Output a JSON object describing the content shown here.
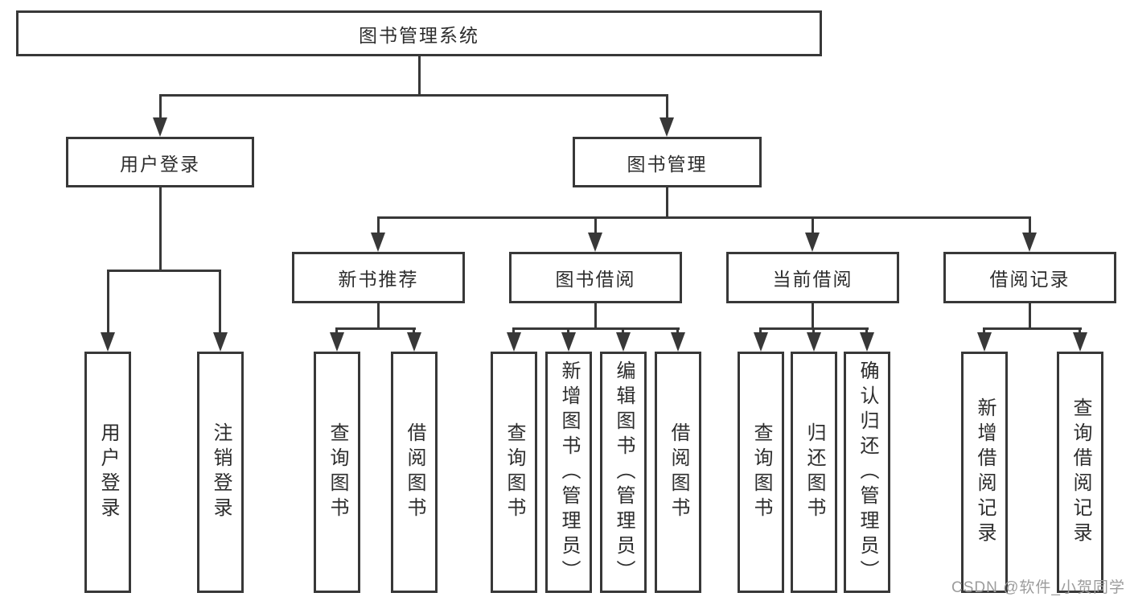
{
  "diagram": {
    "type": "tree",
    "colors": {
      "background": "#ffffff",
      "line": "#383838",
      "box_border": "#383838",
      "text": "#2d2d2d"
    },
    "nodes": {
      "root": "图书管理系统",
      "user_login": {
        "label": "用户登录",
        "leaves": [
          "用户登录",
          "注销登录"
        ]
      },
      "book_mgmt": {
        "label": "图书管理",
        "groups": [
          {
            "label": "新书推荐",
            "leaves": [
              "查询图书",
              "借阅图书"
            ]
          },
          {
            "label": "图书借阅",
            "leaves": [
              "查询图书",
              "新增图书（管理员）",
              "编辑图书（管理员）",
              "借阅图书"
            ]
          },
          {
            "label": "当前借阅",
            "leaves": [
              "查询图书",
              "归还图书",
              "确认归还（管理员）"
            ]
          },
          {
            "label": "借阅记录",
            "leaves": [
              "新增借阅记录",
              "查询借阅记录"
            ]
          }
        ]
      }
    }
  },
  "watermark": {
    "text": "CSDN @软件_小贺同学",
    "color": "#9c9c9c"
  }
}
